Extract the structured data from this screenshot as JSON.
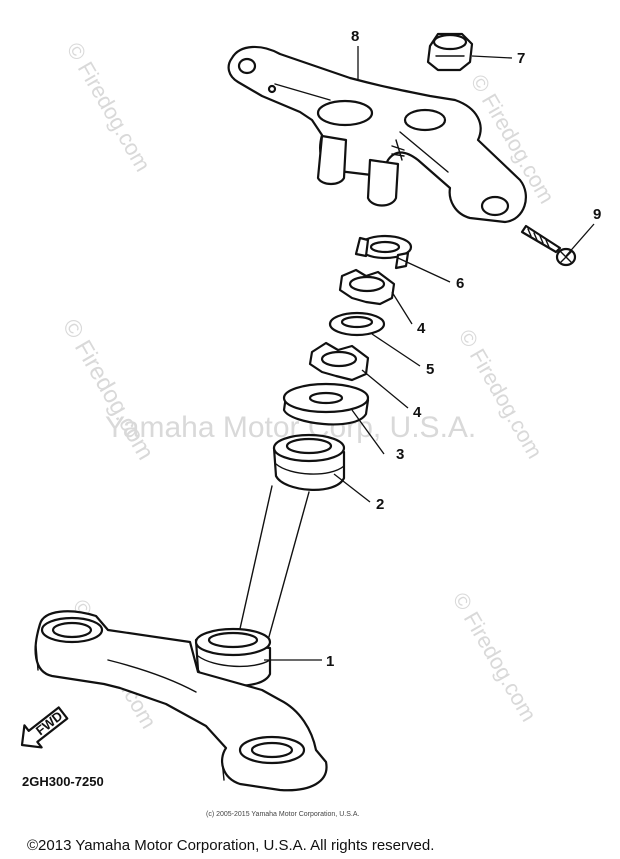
{
  "watermarks": {
    "site_1": "© Firedog.com",
    "site_2": "© Firedog.com",
    "site_3": "© Firedog.com",
    "site_4": "© Firedog.com",
    "site_5": "© Firedog.com",
    "center": "Yamaha Motor Corp, U.S.A."
  },
  "callouts": {
    "c1": "1",
    "c2": "2",
    "c3": "3",
    "c4a": "4",
    "c4b": "4",
    "c5": "5",
    "c6": "6",
    "c7": "7",
    "c8": "8",
    "c9": "9"
  },
  "fwd_label": "FWD",
  "diagram_code": "2GH300-7250",
  "small_copyright": "(c) 2005-2015 Yamaha Motor Corporation, U.S.A.",
  "footer_copyright": "©2013 Yamaha Motor Corporation, U.S.A. All rights reserved."
}
